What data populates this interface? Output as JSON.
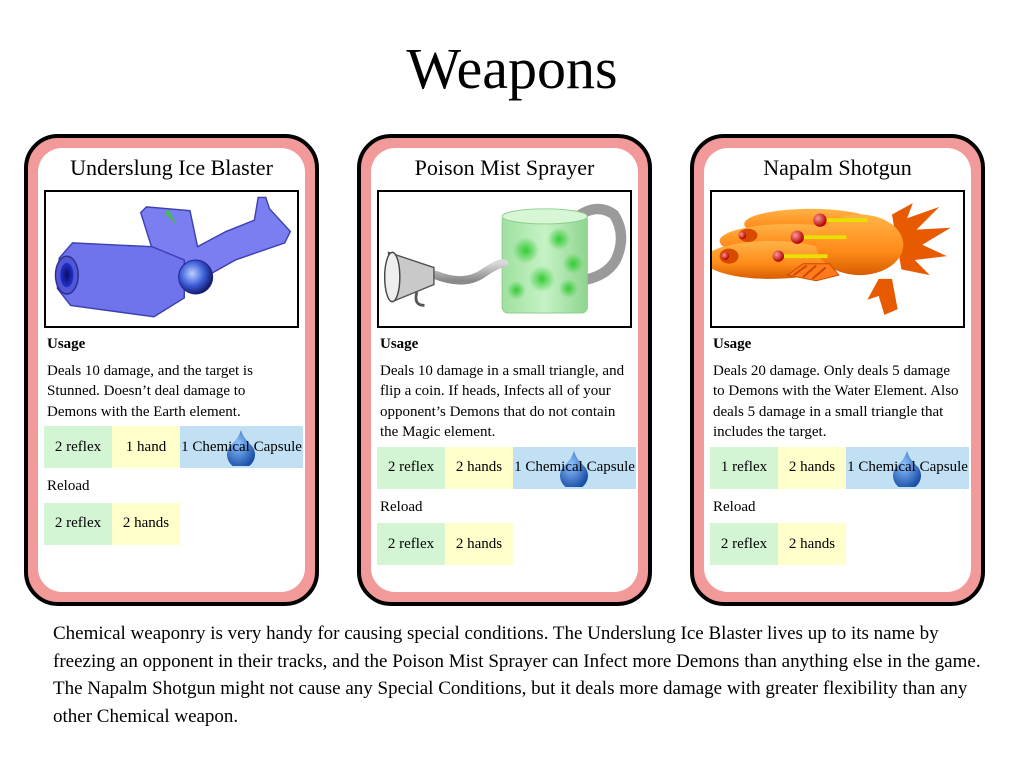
{
  "page": {
    "title": "Weapons"
  },
  "cards": [
    {
      "name": "Underslung Ice Blaster",
      "usage_label": "Usage",
      "usage_text": "Deals 10 damage, and the target is Stunned. Doesn’t deal damage to Demons with the Earth element.",
      "usage_reflex": "2 reflex",
      "usage_hands": "1 hand",
      "usage_capsule": "1 Chemical Capsule",
      "reload_label": "Reload",
      "reload_reflex": "2 reflex",
      "reload_hands": "2 hands"
    },
    {
      "name": "Poison Mist Sprayer",
      "usage_label": "Usage",
      "usage_text": "Deals 10 damage in a small triangle, and flip a coin. If heads, Infects all of your opponent’s Demons that do not contain the Magic element.",
      "usage_reflex": "2 reflex",
      "usage_hands": "2 hands",
      "usage_capsule": "1 Chemical Capsule",
      "reload_label": "Reload",
      "reload_reflex": "2 reflex",
      "reload_hands": "2 hands"
    },
    {
      "name": "Napalm Shotgun",
      "usage_label": "Usage",
      "usage_text": "Deals 20 damage. Only deals 5 damage to Demons with the Water Element. Also deals 5 damage in a small triangle that includes the target.",
      "usage_reflex": "1 reflex",
      "usage_hands": "2 hands",
      "usage_capsule": "1 Chemical Capsule",
      "reload_label": "Reload",
      "reload_reflex": "2 reflex",
      "reload_hands": "2 hands"
    }
  ],
  "footer": {
    "text": "Chemical weaponry is very handy for causing special conditions. The Underslung Ice Blaster lives up to its name by freezing an opponent in their tracks, and the Poison Mist Sprayer can Infect more Demons than anything else in the game. The Napalm Shotgun might not cause any Special Conditions, but it deals more damage with greater flexibility than any other Chemical weapon."
  },
  "colors": {
    "card_border": "#f29a9a",
    "reflex_chip": "#d3f5d3",
    "hands_chip": "#ffffcc",
    "capsule_chip": "#c2e0f4"
  }
}
